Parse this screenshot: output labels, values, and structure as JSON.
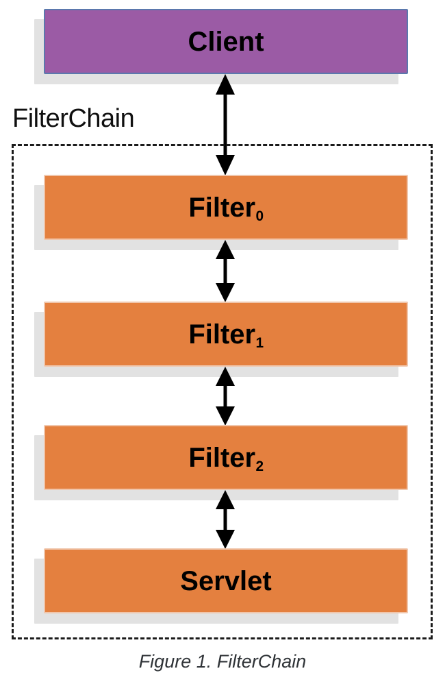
{
  "figure": {
    "caption": "Figure 1. FilterChain",
    "container_label": "FilterChain",
    "colors": {
      "client_fill": "#9b5ba5",
      "client_border": "#5b78ad",
      "filter_fill": "#e4803f",
      "filter_border": "#f0c6ac",
      "shadow": "#e2e2e2",
      "dashed_border": "#1b1b1b",
      "label_text": "#000000",
      "caption_text": "#2f3337",
      "background": "#ffffff"
    }
  },
  "nodes": {
    "client": {
      "label": "Client",
      "subscript": ""
    },
    "filter0": {
      "label": "Filter",
      "subscript": "0"
    },
    "filter1": {
      "label": "Filter",
      "subscript": "1"
    },
    "filter2": {
      "label": "Filter",
      "subscript": "2"
    },
    "servlet": {
      "label": "Servlet",
      "subscript": ""
    }
  },
  "connectors": [
    {
      "name": "client-to-filter0",
      "from": "Client",
      "to": "Filter0",
      "style": "double-headed-arrow"
    },
    {
      "name": "filter0-to-filter1",
      "from": "Filter0",
      "to": "Filter1",
      "style": "double-headed-arrow"
    },
    {
      "name": "filter1-to-filter2",
      "from": "Filter1",
      "to": "Filter2",
      "style": "double-headed-arrow"
    },
    {
      "name": "filter2-to-servlet",
      "from": "Filter2",
      "to": "Servlet",
      "style": "double-headed-arrow"
    }
  ]
}
